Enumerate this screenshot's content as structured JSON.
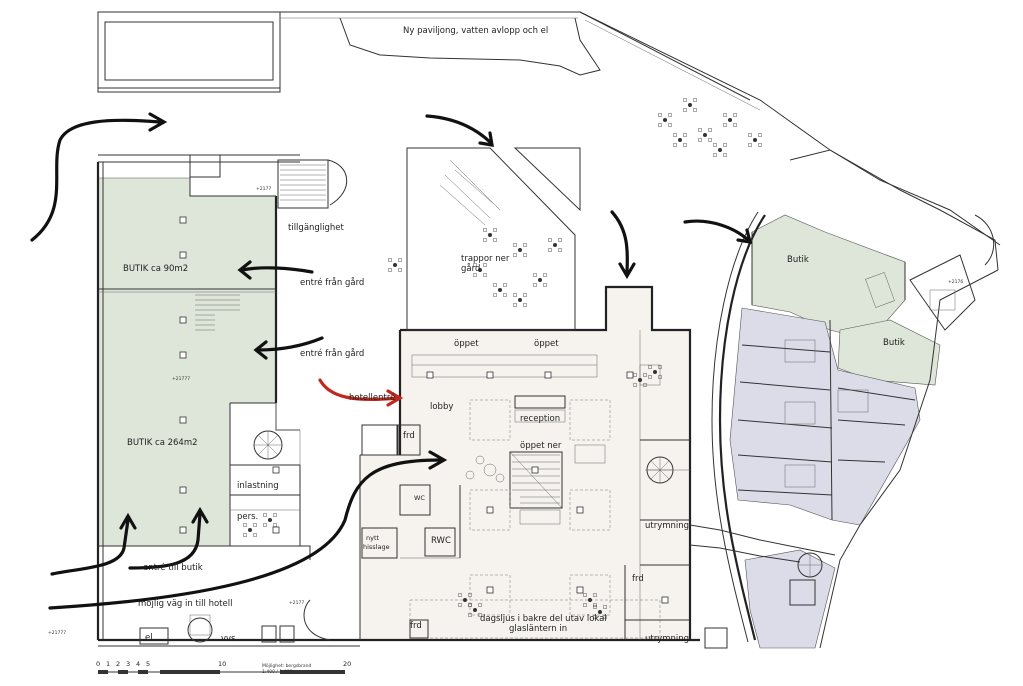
{
  "colors": {
    "shop_fill": "#dde6d8",
    "room_fill": "#dcdbe8",
    "hotel_fill": "#f6f3ee",
    "arrow": "#111111",
    "arrow_accent": "#c0281e"
  },
  "labels": {
    "pavilion": "Ny paviljong, vatten avlopp och el",
    "accessibility": "tillgänglighet",
    "shop_90": "BUTIK ca 90m2",
    "entrance_yard_1": "entré från gård",
    "entrance_yard_2": "entré från gård",
    "stairs_down_yard_1": "trappor ner",
    "stairs_down_yard_2": "gård",
    "open_1": "öppet",
    "open_2": "öppet",
    "hotel_entrance": "hotellentré",
    "lobby": "lobby",
    "reception": "reception",
    "open_down": "öppet ner",
    "shop_264": "BUTIK ca 264m2",
    "loading": "inlastning",
    "staff": "pers.",
    "wc": "WC",
    "frd_1": "frd",
    "frd_2": "frd",
    "frd_3": "frd",
    "new_elevator_1": "nytt",
    "new_elevator_2": "hisslage",
    "rwc": "RWC",
    "evacuation_1": "utrymning",
    "evacuation_2": "utrymning",
    "shop_right": "Butik",
    "shop_right_small": "Butik",
    "entrance_shop": "entré till butik",
    "possible_way": "möjlig väg in till hotell",
    "daylight_1": "dagsljus i bakre del utav lokal",
    "daylight_2": "glasläntern in",
    "el": "el",
    "vvs": "vvs",
    "level_1": "+2177",
    "level_2": "+21777",
    "level_3": "+2177",
    "level_4": "+21777",
    "level_5": "+2176",
    "scale_title": "Möjlighet: bergsbrand",
    "scale_ratio": "1:400 / 1:400"
  },
  "scale_bar": {
    "ticks": [
      "0",
      "1",
      "2",
      "3",
      "4",
      "5",
      "10",
      "20"
    ]
  }
}
